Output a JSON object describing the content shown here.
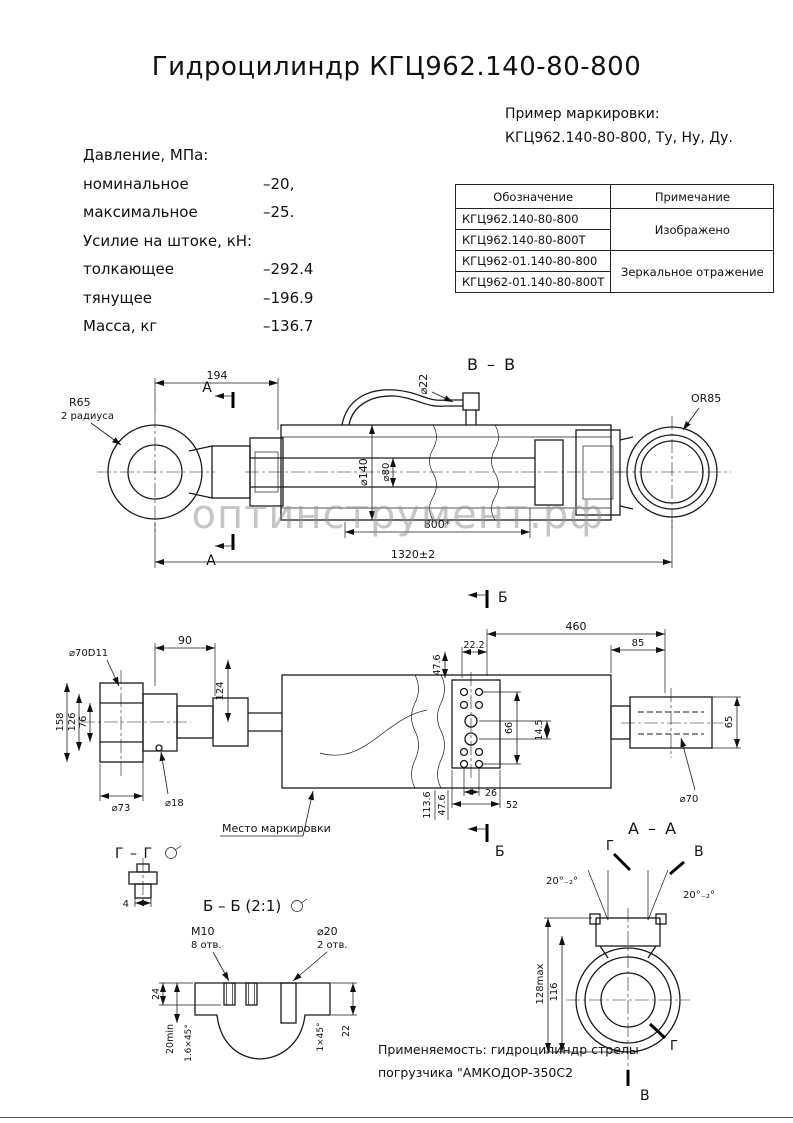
{
  "title": "Гидроцилиндр КГЦ962.140-80-800",
  "marking": {
    "label": "Пример маркировки:",
    "value": "КГЦ962.140-80-800, Ту, Ну, Ду."
  },
  "specs": {
    "pressure_header": "Давление, МПа:",
    "nominal_label": "номинальное",
    "nominal_value": "–20,",
    "max_label": "максимальное",
    "max_value": "–25.",
    "force_header": "Усилие на штоке, кН:",
    "push_label": "толкающее",
    "push_value": "–292.4",
    "pull_label": "тянущее",
    "pull_value": "–196.9",
    "mass_label": "Масса, кг",
    "mass_value": "–136.7"
  },
  "table": {
    "col1_header": "Обозначение",
    "col2_header": "Примечание",
    "row1": "КГЦ962.140-80-800",
    "row2": "КГЦ962.140-80-800Т",
    "row3": "КГЦ962-01.140-80-800",
    "row4": "КГЦ962-01.140-80-800Т",
    "note12": "Изображено",
    "note34": "Зеркальное отражение"
  },
  "watermark": "оптинструмент.рф",
  "view_main": {
    "label": "В – В",
    "dim194": "194",
    "r65": "R65",
    "r65note": "2 радиуса",
    "d22": "⌀22",
    "or85": "OR85",
    "d140": "⌀140",
    "d80": "⌀80",
    "stroke": "800*",
    "total": "1320±2",
    "markA": "А",
    "markB": "Б"
  },
  "view_plan": {
    "dim90": "90",
    "d70d11": "⌀70D11",
    "dim124": "124",
    "dim158": "158",
    "dim126": "126",
    "dim76": "76",
    "d73": "⌀73",
    "d18": "⌀18",
    "dim476": "47.6",
    "dim222": "22.2",
    "dim460": "460",
    "dim85": "85",
    "dim145": "14.5",
    "dim66": "66",
    "dim26": "26",
    "dim52": "52",
    "dim1136": "113.6",
    "dim65": "65",
    "d70": "⌀70",
    "markB": "Б",
    "marking_place": "Место маркировки"
  },
  "view_gg": {
    "label": "Г – Г",
    "dim4": "4"
  },
  "view_bb": {
    "label": "Б – Б (2:1)",
    "m10": "М10",
    "m10count": "8 отв.",
    "d20": "⌀20",
    "d20count": "2 отв.",
    "dim24": "24",
    "dim20min": "20min",
    "ch16": "1.6×45°",
    "ch1": "1×45°",
    "dim22": "22"
  },
  "view_aa": {
    "label": "А – А",
    "angle": "20°₋₂°",
    "dim128": "128max",
    "dim116": "116",
    "markV": "В",
    "markG": "Г"
  },
  "footer": {
    "line1": "Применяемость: гидроцилиндр стрелы",
    "line2": "погрузчика \"АМКОДОР-350С2"
  },
  "colors": {
    "line": "#1a1a1a",
    "watermark": "#8f8f8f"
  }
}
